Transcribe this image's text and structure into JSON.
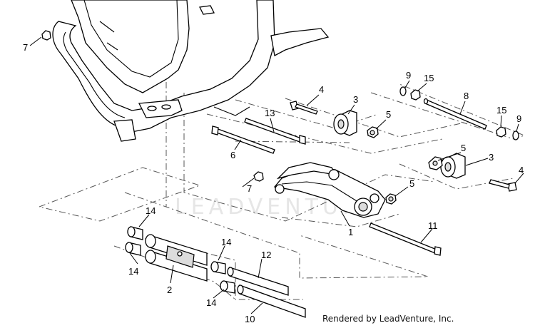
{
  "callouts": [
    {
      "id": "c7a",
      "text": "7"
    },
    {
      "id": "c7b",
      "text": "7"
    },
    {
      "id": "c4a",
      "text": "4"
    },
    {
      "id": "c4b",
      "text": "4"
    },
    {
      "id": "c3a",
      "text": "3"
    },
    {
      "id": "c3b",
      "text": "3"
    },
    {
      "id": "c5a",
      "text": "5"
    },
    {
      "id": "c5b",
      "text": "5"
    },
    {
      "id": "c5c",
      "text": "5"
    },
    {
      "id": "c9a",
      "text": "9"
    },
    {
      "id": "c9b",
      "text": "9"
    },
    {
      "id": "c15a",
      "text": "15"
    },
    {
      "id": "c15b",
      "text": "15"
    },
    {
      "id": "c8",
      "text": "8"
    },
    {
      "id": "c13",
      "text": "13"
    },
    {
      "id": "c6",
      "text": "6"
    },
    {
      "id": "c1",
      "text": "1"
    },
    {
      "id": "c11",
      "text": "11"
    },
    {
      "id": "c14a",
      "text": "14"
    },
    {
      "id": "c14b",
      "text": "14"
    },
    {
      "id": "c14c",
      "text": "14"
    },
    {
      "id": "c14d",
      "text": "14"
    },
    {
      "id": "c2",
      "text": "2"
    },
    {
      "id": "c12",
      "text": "12"
    },
    {
      "id": "c10",
      "text": "10"
    }
  ],
  "watermark": "LEADVENTURE",
  "credit": "Rendered by LeadVenture, Inc."
}
